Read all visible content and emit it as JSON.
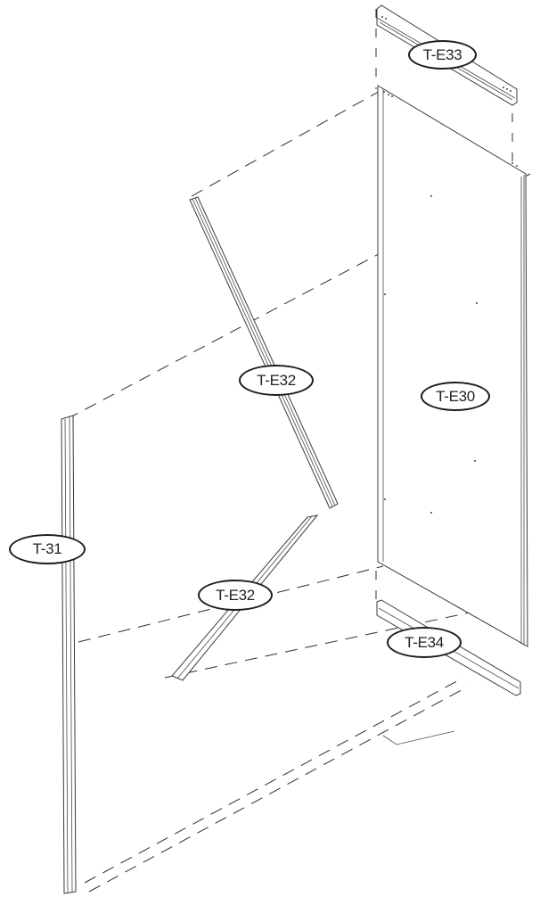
{
  "diagram": {
    "type": "exploded-assembly-view",
    "background": "#ffffff",
    "line_color": "#2e2e2e",
    "parts": [
      {
        "id": "T-E33",
        "label": "T-E33",
        "description": "top horizontal rail"
      },
      {
        "id": "T-E30",
        "label": "T-E30",
        "description": "main panel"
      },
      {
        "id": "T-E32a",
        "label": "T-E32",
        "description": "upper diagonal brace"
      },
      {
        "id": "T-E32b",
        "label": "T-E32",
        "description": "lower diagonal brace"
      },
      {
        "id": "T-31",
        "label": "T-31",
        "description": "vertical post"
      },
      {
        "id": "T-E34",
        "label": "T-E34",
        "description": "bottom horizontal rail"
      }
    ]
  }
}
